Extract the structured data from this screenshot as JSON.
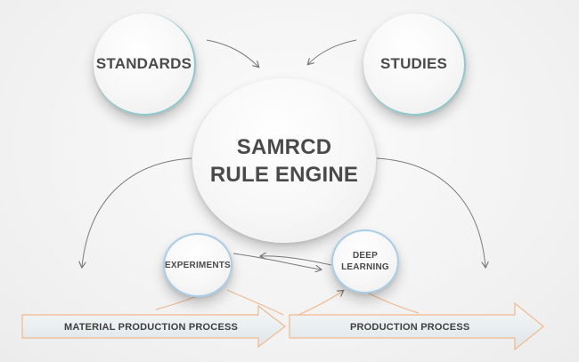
{
  "nodes": {
    "standards": "STANDARDS",
    "studies": "STUDIES",
    "engine": "SAMRCD\nRULE ENGINE",
    "experiments": "EXPERIMENTS",
    "deep_learning": "DEEP\nLEARNING"
  },
  "process": {
    "material": "MATERIAL PRODUCTION PROCESS",
    "production": "PRODUCTION PROCESS"
  },
  "colors": {
    "text": "#4a4a4a",
    "connector": "#7a7a7a",
    "process_arrow_outline": "#f1b98d",
    "process_arrow_fill": "#e6ecee",
    "node_accent": "#8cc8cd"
  }
}
